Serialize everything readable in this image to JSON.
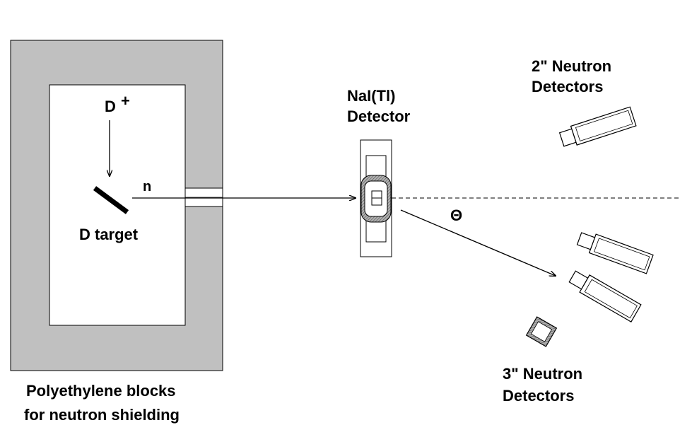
{
  "labels": {
    "deuteron": "D",
    "deuteron_charge": "+",
    "neutron": "n",
    "target": "D target",
    "shield_line1": "Polyethylene blocks",
    "shield_line2": "for neutron shielding",
    "nai_line1": "NaI(Tl)",
    "nai_line2": "Detector",
    "theta": "Θ",
    "det2_line1": "2\" Neutron",
    "det2_line2": "Detectors",
    "det3_line1": "3\" Neutron",
    "det3_line2": "Detectors"
  },
  "colors": {
    "shield": "#c0c0c0",
    "detector_fill": "#ffffff",
    "nai_hatch": "#808080",
    "line": "#000000"
  }
}
